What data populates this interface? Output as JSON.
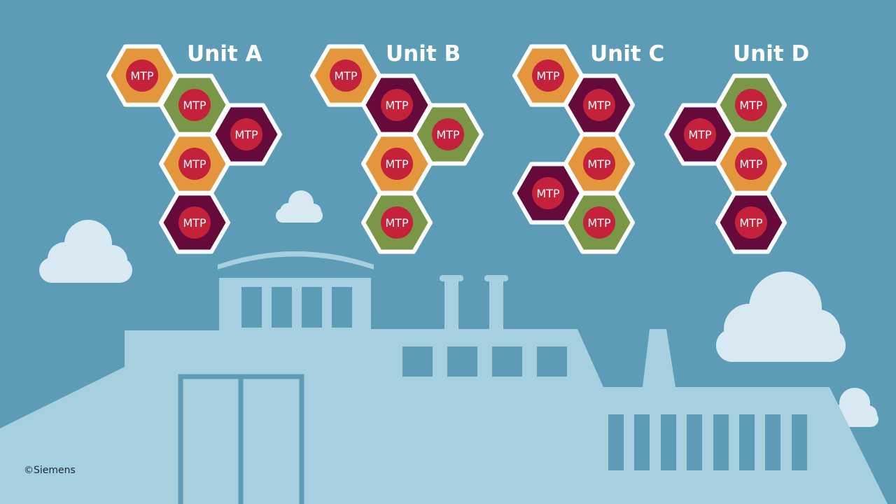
{
  "units": [
    {
      "label": "Unit A",
      "modules": [
        {
          "color": "orange",
          "text": "MTP"
        },
        {
          "color": "green",
          "text": "MTP"
        },
        {
          "color": "purple",
          "text": "MTP"
        },
        {
          "color": "orange",
          "text": "MTP"
        },
        {
          "color": "purple",
          "text": "MTP"
        }
      ]
    },
    {
      "label": "Unit B",
      "modules": [
        {
          "color": "orange",
          "text": "MTP"
        },
        {
          "color": "purple",
          "text": "MTP"
        },
        {
          "color": "green",
          "text": "MTP"
        },
        {
          "color": "orange",
          "text": "MTP"
        },
        {
          "color": "green",
          "text": "MTP"
        }
      ]
    },
    {
      "label": "Unit C",
      "modules": [
        {
          "color": "orange",
          "text": "MTP"
        },
        {
          "color": "purple",
          "text": "MTP"
        },
        {
          "color": "orange",
          "text": "MTP"
        },
        {
          "color": "purple",
          "text": "MTP"
        },
        {
          "color": "green",
          "text": "MTP"
        }
      ]
    },
    {
      "label": "Unit D",
      "modules": [
        {
          "color": "green",
          "text": "MTP"
        },
        {
          "color": "purple",
          "text": "MTP"
        },
        {
          "color": "orange",
          "text": "MTP"
        },
        {
          "color": "purple",
          "text": "MTP"
        }
      ]
    }
  ],
  "colors": {
    "sky": "#5d9cb6",
    "building": "#a6cfe0",
    "cloud": "#d8e9f1",
    "orange": "#e4963c",
    "green": "#7a9748",
    "purple": "#660a3c",
    "badge": "#c4223b",
    "outline": "#ffffff"
  },
  "copyright": "©Siemens"
}
